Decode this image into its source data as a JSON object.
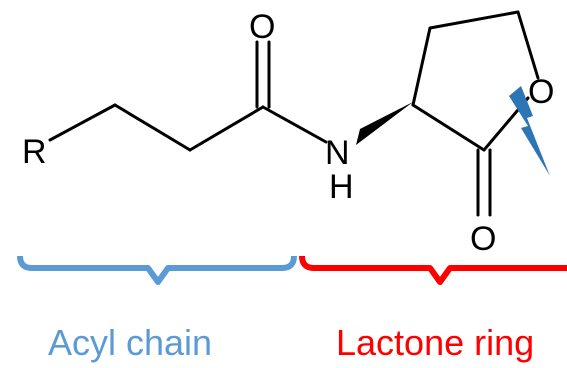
{
  "atoms": {
    "r_group": "R",
    "carbonyl_oxygen": "O",
    "amide_nitrogen": "N",
    "amide_hydrogen": "H",
    "ring_oxygen": "O",
    "lactone_carbonyl_oxygen": "O"
  },
  "labels": {
    "acyl_chain": "Acyl chain",
    "lactone_ring": "Lactone ring"
  },
  "colors": {
    "bond": "#000000",
    "acyl_chain": "#5b9bd5",
    "lactone_ring": "#ff0000",
    "cleavage_bolt": "#2e75b6"
  },
  "icons": {
    "cleavage_marker": "lightning-bolt-icon"
  }
}
